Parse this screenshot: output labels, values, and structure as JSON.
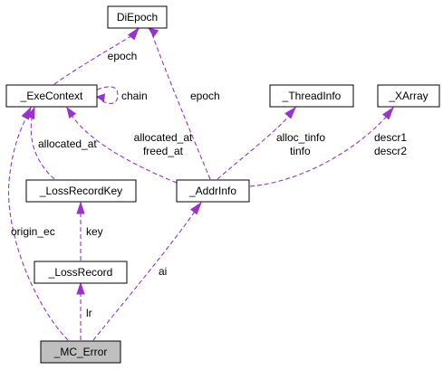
{
  "colors": {
    "edge": "#9a32cd",
    "node_border": "#000000",
    "node_fill": "#ffffff",
    "highlight_fill": "#bfbfbf"
  },
  "nodes": [
    {
      "id": "diepoch",
      "label": "DiEpoch"
    },
    {
      "id": "execontext",
      "label": "_ExeContext"
    },
    {
      "id": "threadinfo",
      "label": "_ThreadInfo"
    },
    {
      "id": "xarray",
      "label": "_XArray"
    },
    {
      "id": "lossrecordkey",
      "label": "_LossRecordKey"
    },
    {
      "id": "addrinfo",
      "label": "_AddrInfo"
    },
    {
      "id": "lossrecord",
      "label": "_LossRecord"
    },
    {
      "id": "mcerror",
      "label": "_MC_Error",
      "highlighted": true
    }
  ],
  "edges": [
    {
      "id": "execontext-diepoch",
      "from": "execontext",
      "to": "diepoch",
      "label_lines": [
        "epoch"
      ]
    },
    {
      "id": "addrinfo-diepoch",
      "from": "addrinfo",
      "to": "diepoch",
      "label_lines": [
        "epoch"
      ]
    },
    {
      "id": "execontext-self",
      "from": "execontext",
      "to": "execontext",
      "label_lines": [
        "chain"
      ]
    },
    {
      "id": "addrinfo-execontext",
      "from": "addrinfo",
      "to": "execontext",
      "label_lines": [
        "allocated_at",
        "freed_at"
      ]
    },
    {
      "id": "addrinfo-threadinfo",
      "from": "addrinfo",
      "to": "threadinfo",
      "label_lines": [
        "alloc_tinfo",
        "tinfo"
      ]
    },
    {
      "id": "addrinfo-xarray",
      "from": "addrinfo",
      "to": "xarray",
      "label_lines": [
        "descr1",
        "descr2"
      ]
    },
    {
      "id": "lossrecordkey-execontext",
      "from": "lossrecordkey",
      "to": "execontext",
      "label_lines": [
        "allocated_at"
      ]
    },
    {
      "id": "mcerror-execontext",
      "from": "mcerror",
      "to": "execontext",
      "label_lines": [
        "origin_ec"
      ]
    },
    {
      "id": "lossrecord-lossrecordkey",
      "from": "lossrecord",
      "to": "lossrecordkey",
      "label_lines": [
        "key"
      ]
    },
    {
      "id": "mcerror-lossrecord",
      "from": "mcerror",
      "to": "lossrecord",
      "label_lines": [
        "lr"
      ]
    },
    {
      "id": "mcerror-addrinfo",
      "from": "mcerror",
      "to": "addrinfo",
      "label_lines": [
        "ai"
      ]
    }
  ]
}
